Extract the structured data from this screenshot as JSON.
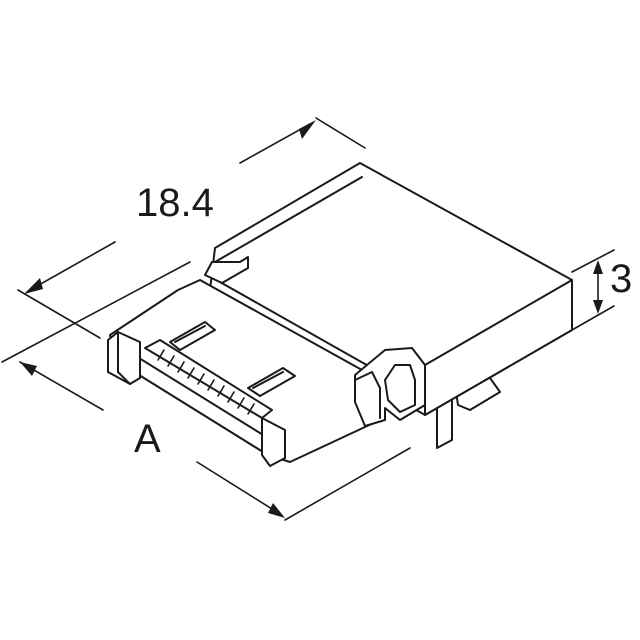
{
  "dimensions": {
    "length_label": "18.4",
    "height_label": "3",
    "width_label": "A"
  },
  "colors": {
    "line": "#1a1a1a",
    "background": "#ffffff"
  }
}
